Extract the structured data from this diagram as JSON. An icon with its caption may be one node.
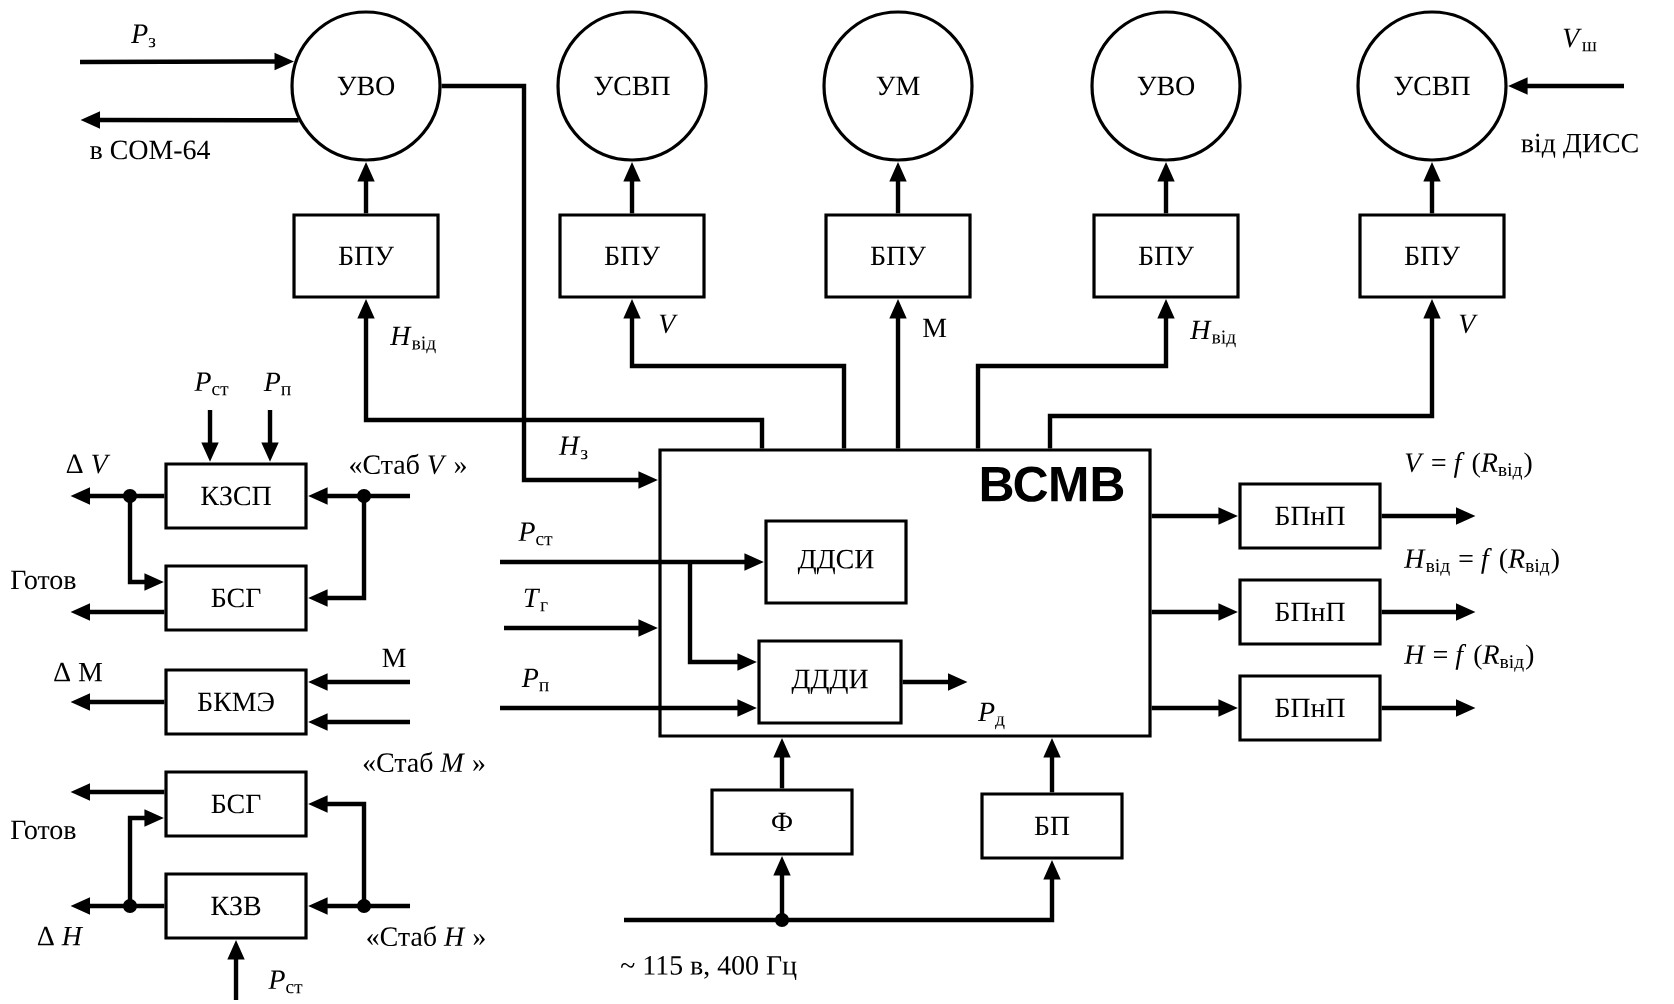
{
  "diagram": {
    "nodes": [
      {
        "text": [
          "УВО"
        ]
      },
      {
        "text": [
          "УСВП"
        ]
      },
      {
        "text": [
          "УМ"
        ]
      },
      {
        "text": [
          "УВО"
        ]
      },
      {
        "text": [
          "УСВП"
        ]
      },
      {
        "text": [
          "БПУ"
        ]
      },
      {
        "text": [
          "БПУ"
        ]
      },
      {
        "text": [
          "БПУ"
        ]
      },
      {
        "text": [
          "БПУ"
        ]
      },
      {
        "text": [
          "БПУ"
        ]
      },
      {
        "text": [
          "ВСМВ"
        ]
      },
      {
        "text": [
          "ДДСИ"
        ],
        "in": 10
      },
      {
        "text": [
          "ДДДИ"
        ],
        "in": 10
      },
      {
        "text": [
          "БПнП"
        ]
      },
      {
        "text": [
          "БПнП"
        ]
      },
      {
        "text": [
          "БПнП"
        ]
      },
      {
        "text": [
          "Ф"
        ]
      },
      {
        "text": [
          "БП"
        ]
      },
      {
        "text": [
          "КЗСП"
        ]
      },
      {
        "text": [
          "БСГ"
        ]
      },
      {
        "text": [
          "БКМЭ"
        ]
      },
      {
        "text": [
          "БСГ"
        ]
      },
      {
        "text": [
          "КЗВ"
        ]
      }
    ],
    "edges": [
      {
        "from": null,
        "to": 0,
        "arrow": "to",
        "label": "*P*$_{з}$"
      },
      {
        "from": 0,
        "to": null,
        "arrow": "to",
        "label": "в СОМ-64"
      },
      {
        "from": 5,
        "to": 0,
        "arrow": "to"
      },
      {
        "from": 6,
        "to": 1,
        "arrow": "to"
      },
      {
        "from": 7,
        "to": 2,
        "arrow": "to"
      },
      {
        "from": 8,
        "to": 3,
        "arrow": "to"
      },
      {
        "from": 9,
        "to": 4,
        "arrow": "to"
      },
      {
        "from": null,
        "to": 4,
        "arrow": "to",
        "label": "*V*$_{ш}$"
      },
      {
        "from": 10,
        "to": 5,
        "arrow": "to",
        "label": "*H*$_{від}$"
      },
      {
        "from": 10,
        "to": 6,
        "arrow": "to",
        "label": "*V*"
      },
      {
        "from": 10,
        "to": 7,
        "arrow": "to",
        "label": "М"
      },
      {
        "from": 10,
        "to": 8,
        "arrow": "to",
        "label": "*H*$_{від}$"
      },
      {
        "from": 10,
        "to": 9,
        "arrow": "to",
        "label": "*V*"
      },
      {
        "from": 0,
        "to": 10,
        "arrow": "to",
        "label": "*H*$_{з}$"
      },
      {
        "from": null,
        "to": 11,
        "arrow": "to",
        "label": "*P*$_{ст}$"
      },
      {
        "from": null,
        "to": 12,
        "arrow": "to"
      },
      {
        "from": null,
        "to": 10,
        "arrow": "to",
        "label": "*T*$_{г}$"
      },
      {
        "from": null,
        "to": 12,
        "arrow": "to",
        "label": "*P*$_{п}$"
      },
      {
        "from": 12,
        "to": null,
        "arrow": "to",
        "label": "*P*$_{д}$"
      },
      {
        "from": 10,
        "to": 13,
        "arrow": "to"
      },
      {
        "from": 10,
        "to": 14,
        "arrow": "to"
      },
      {
        "from": 10,
        "to": 15,
        "arrow": "to"
      },
      {
        "from": 13,
        "to": null,
        "arrow": "to",
        "label": "*V* = *f* (*R*$_{від}$)"
      },
      {
        "from": 14,
        "to": null,
        "arrow": "to",
        "label": "*H*$_{від}$ = *f* (*R*$_{від}$)"
      },
      {
        "from": 15,
        "to": null,
        "arrow": "to",
        "label": "*H* = *f* (*R*$_{від}$)"
      },
      {
        "from": 16,
        "to": 10,
        "arrow": "to"
      },
      {
        "from": 17,
        "to": 10,
        "arrow": "to"
      },
      {
        "from": null,
        "to": 16,
        "arrow": "to",
        "label": "~ 115 в, 400 Гц"
      },
      {
        "from": null,
        "to": 17,
        "arrow": "to"
      },
      {
        "from": null,
        "to": 18,
        "arrow": "to",
        "label": "*P*$_{ст}$"
      },
      {
        "from": null,
        "to": 18,
        "arrow": "to",
        "label": "*P*$_{п}$"
      },
      {
        "from": 18,
        "to": null,
        "arrow": "to",
        "label": "Δ *V*"
      },
      {
        "from": 18,
        "to": 19,
        "arrow": "to"
      },
      {
        "from": 19,
        "to": null,
        "arrow": "to",
        "label": "Готов"
      },
      {
        "from": null,
        "to": 18,
        "arrow": "to",
        "label": "«Стаб *V* »"
      },
      {
        "from": null,
        "to": 19,
        "arrow": "to"
      },
      {
        "from": 20,
        "to": null,
        "arrow": "to",
        "label": "Δ М"
      },
      {
        "from": null,
        "to": 20,
        "arrow": "to",
        "label": "М"
      },
      {
        "from": null,
        "to": 20,
        "arrow": "to",
        "label": "«Стаб *M* »"
      },
      {
        "from": 21,
        "to": null,
        "arrow": "to",
        "label": "Готов"
      },
      {
        "from": 22,
        "to": null,
        "arrow": "to",
        "label": "Δ *H*"
      },
      {
        "from": 22,
        "to": 21,
        "arrow": "to"
      },
      {
        "from": null,
        "to": 22,
        "arrow": "to",
        "label": "«Стаб *H* »"
      },
      {
        "from": null,
        "to": 21,
        "arrow": "to"
      },
      {
        "from": null,
        "to": 22,
        "arrow": "to",
        "label": "*P*$_{ст}$"
      }
    ],
    "labels": [
      "від ДИСС"
    ]
  }
}
